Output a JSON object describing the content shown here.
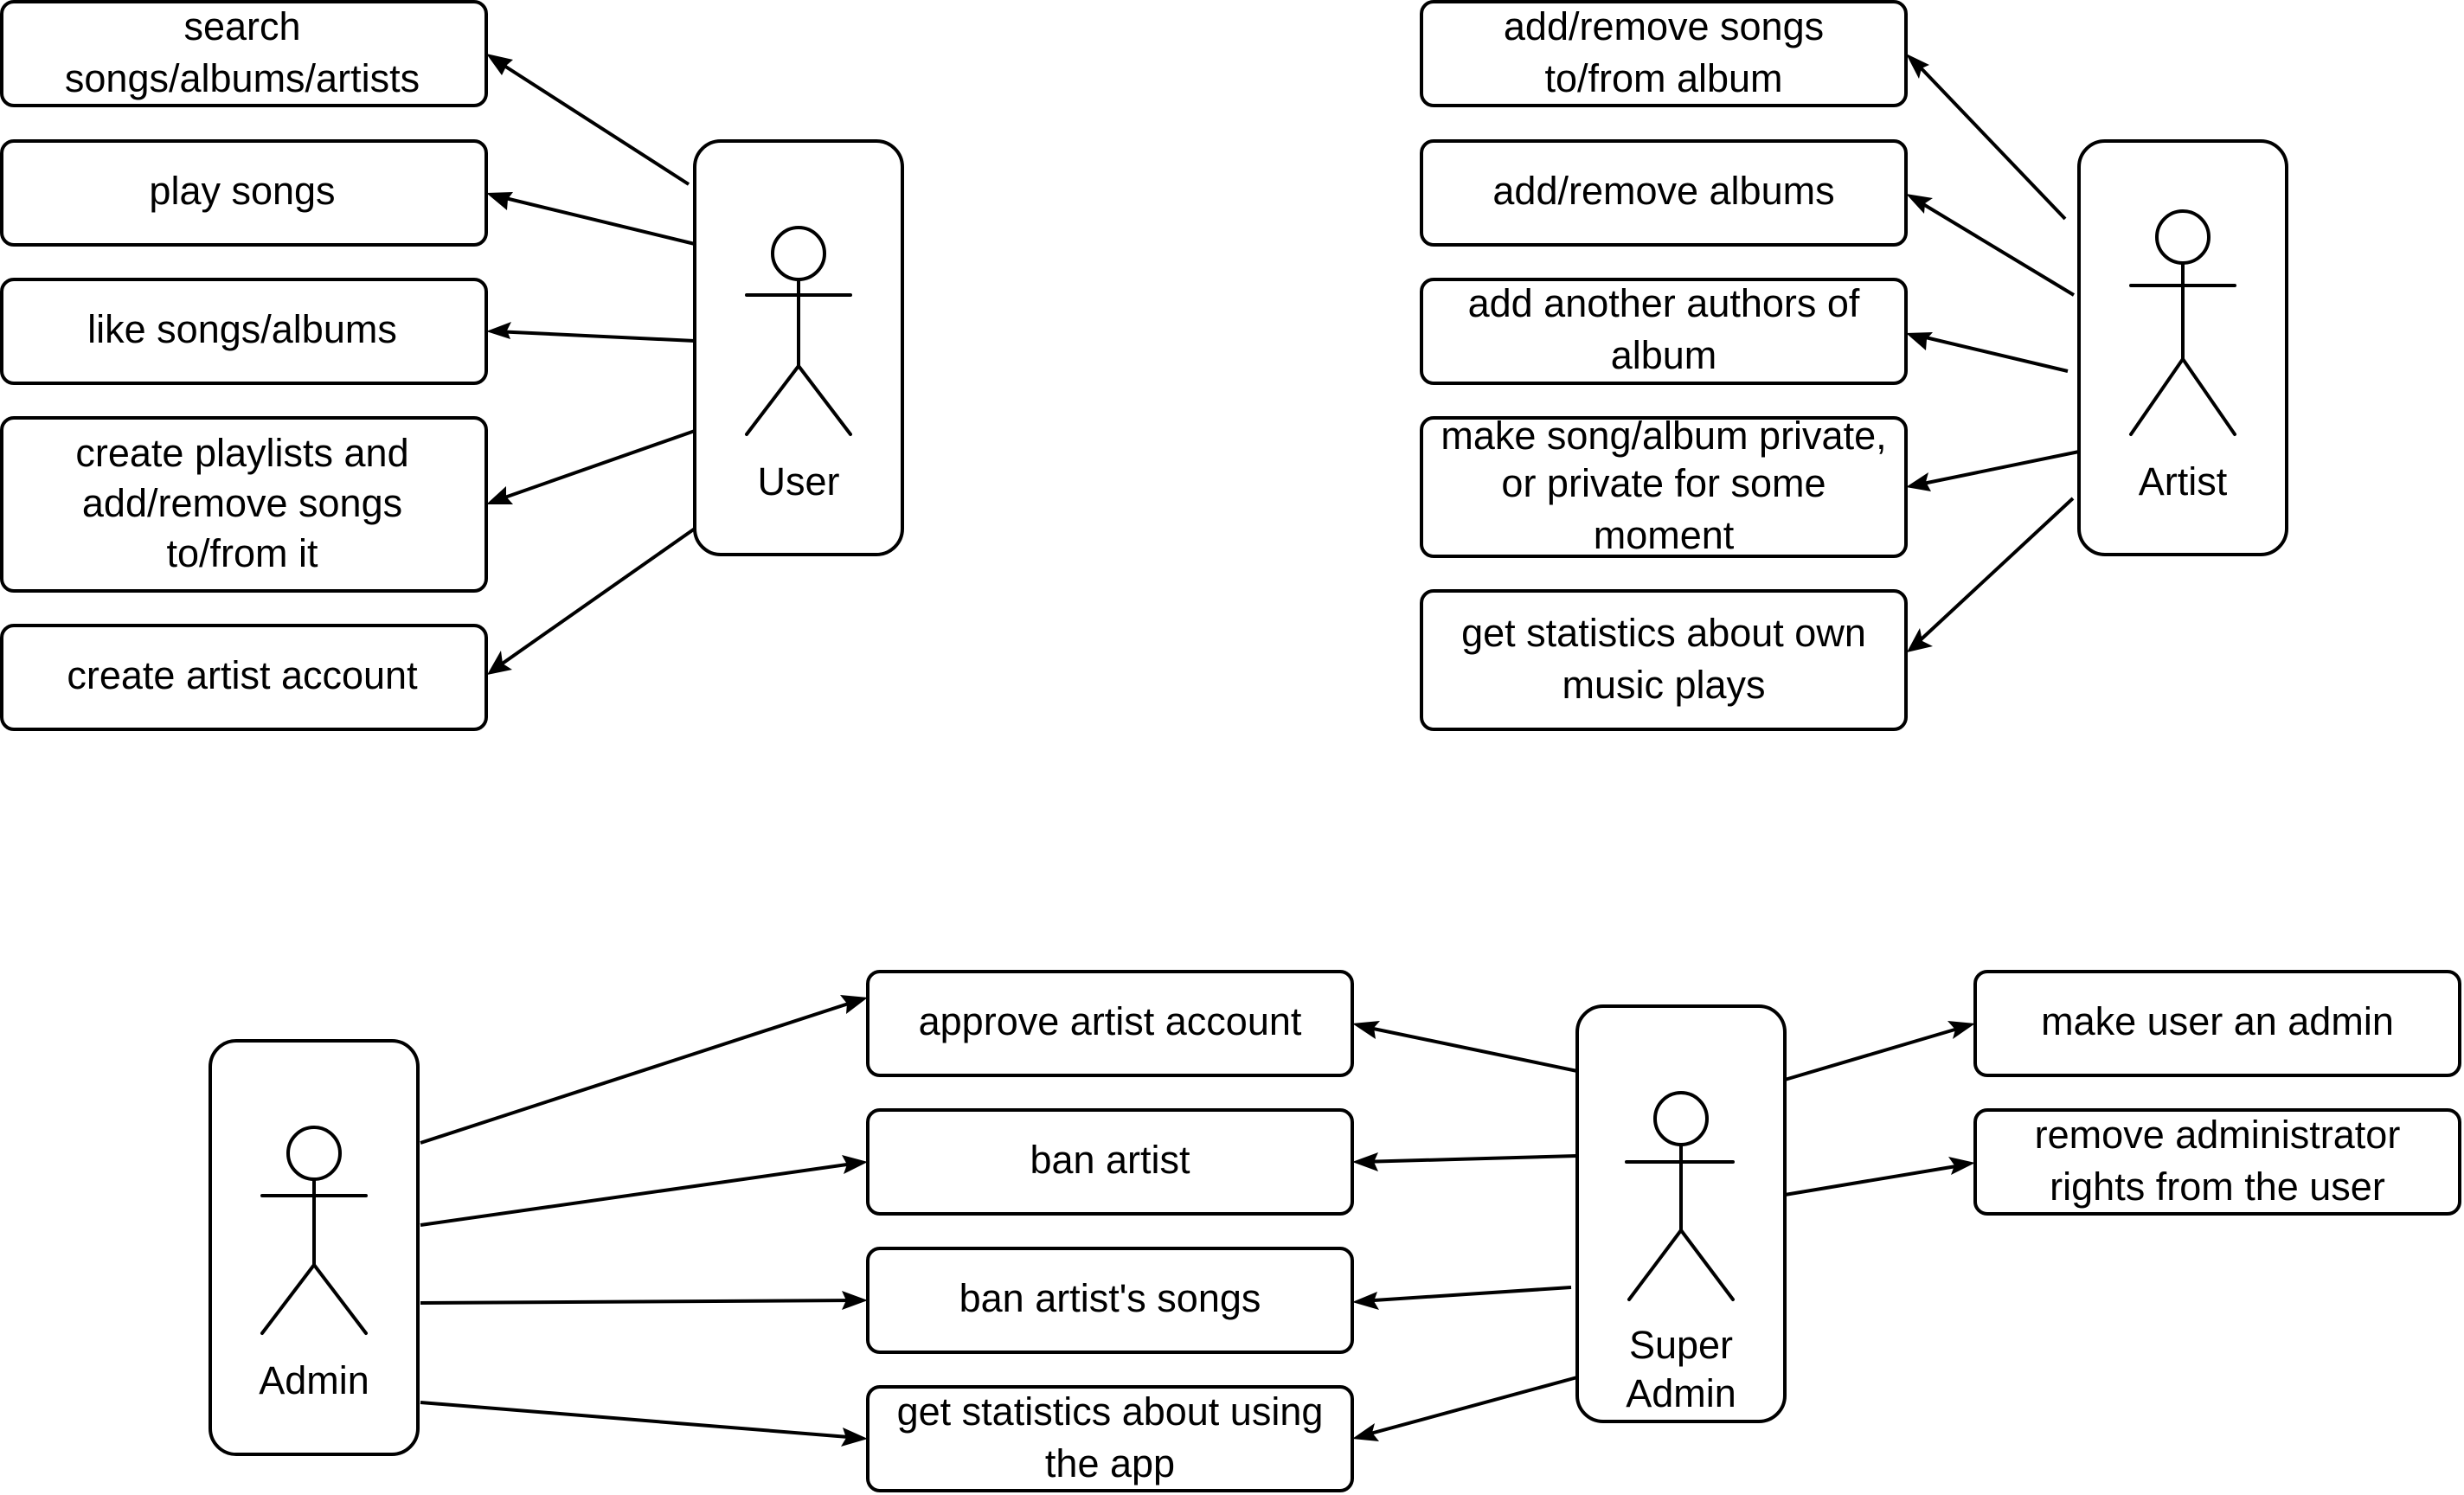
{
  "actors": {
    "user": "User",
    "artist": "Artist",
    "admin": "Admin",
    "super_admin": [
      "Super",
      "Admin"
    ]
  },
  "use_cases": {
    "user": [
      [
        "search",
        "songs/albums/artists"
      ],
      [
        "play songs"
      ],
      [
        "like songs/albums"
      ],
      [
        "create playlists and",
        "add/remove songs",
        "to/from it"
      ],
      [
        "create artist account"
      ]
    ],
    "artist": [
      [
        "add/remove songs",
        "to/from album"
      ],
      [
        "add/remove albums"
      ],
      [
        "add another authors of",
        "album"
      ],
      [
        "make song/album private,",
        "or private for some",
        "moment"
      ],
      [
        "get statistics about own",
        "music plays"
      ]
    ],
    "admin": [
      [
        "approve artist account"
      ],
      [
        "ban artist"
      ],
      [
        "ban artist's songs"
      ],
      [
        "get statistics about using",
        "the app"
      ]
    ],
    "super_admin_right": [
      [
        "make user an admin"
      ],
      [
        "remove administrator",
        "rights from the user"
      ]
    ]
  },
  "colors": {
    "stroke": "#000000",
    "fill": "#ffffff",
    "text": "#000000"
  }
}
